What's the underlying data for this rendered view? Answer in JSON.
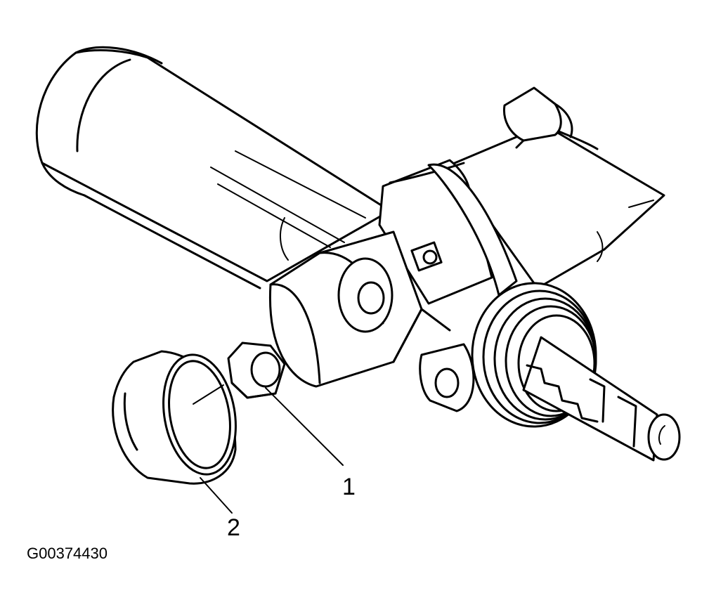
{
  "callouts": [
    {
      "number": "1",
      "part": "nut"
    },
    {
      "number": "2",
      "part": "cap"
    }
  ],
  "figure_code": "G00374430",
  "colors": {
    "ink": "#000000",
    "paper": "#ffffff"
  }
}
